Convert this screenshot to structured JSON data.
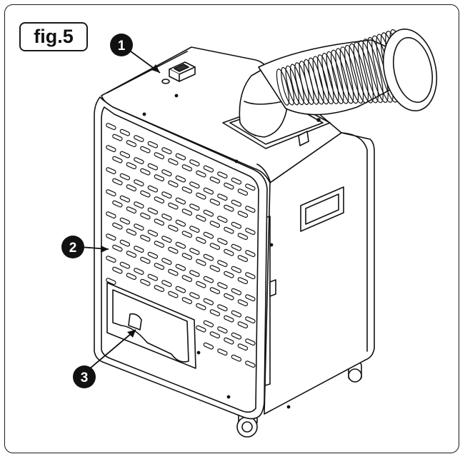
{
  "figure": {
    "label": "fig.5"
  },
  "callouts": [
    {
      "number": "1"
    },
    {
      "number": "2"
    },
    {
      "number": "3"
    }
  ],
  "style": {
    "line_color": "#111111",
    "callout_fill": "#111111",
    "body_fill": "#ffffff"
  }
}
